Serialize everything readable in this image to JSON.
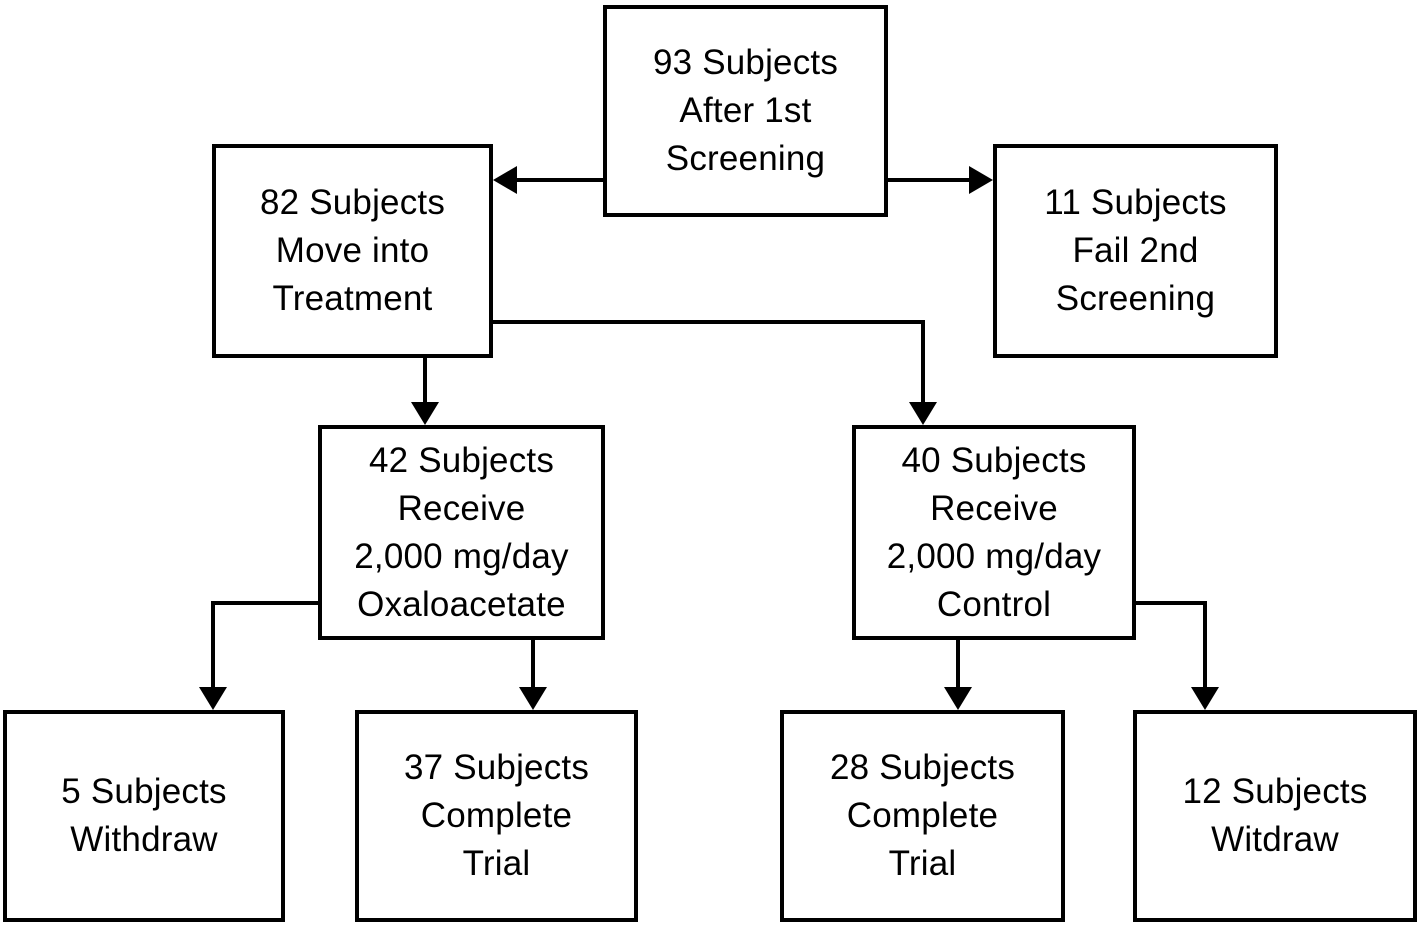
{
  "diagram": {
    "description": "Clinical trial subject flow chart",
    "colors": {
      "background": "#ffffff",
      "box_fill": "#ffffff",
      "box_border": "#000000",
      "text": "#000000",
      "arrow": "#000000"
    },
    "nodes": {
      "after_first_screening": {
        "label": "93 Subjects After 1st Screening",
        "count": 93,
        "lines": [
          "93 Subjects",
          "After 1st",
          "Screening"
        ]
      },
      "move_into_treatment": {
        "label": "82 Subjects Move into Treatment",
        "count": 82,
        "lines": [
          "82 Subjects",
          "Move into",
          "Treatment"
        ]
      },
      "fail_second_screening": {
        "label": "11 Subjects Fail 2nd Screening",
        "count": 11,
        "lines": [
          "11 Subjects",
          "Fail 2nd",
          "Screening"
        ]
      },
      "receive_oxaloacetate": {
        "label": "42 Subjects Receive 2,000 mg/day Oxaloacetate",
        "count": 42,
        "lines": [
          "42 Subjects",
          "Receive",
          "2,000 mg/day",
          "Oxaloacetate"
        ]
      },
      "receive_control": {
        "label": "40 Subjects Receive 2,000 mg/day Control",
        "count": 40,
        "lines": [
          "40 Subjects",
          "Receive",
          "2,000 mg/day",
          "Control"
        ]
      },
      "withdraw_oxaloacetate": {
        "label": "5 Subjects Withdraw",
        "count": 5,
        "lines": [
          "5 Subjects",
          "Withdraw"
        ]
      },
      "complete_trial_oxaloacetate": {
        "label": "37 Subjects Complete Trial",
        "count": 37,
        "lines": [
          "37 Subjects",
          "Complete",
          "Trial"
        ]
      },
      "complete_trial_control": {
        "label": "28 Subjects Complete Trial",
        "count": 28,
        "lines": [
          "28 Subjects",
          "Complete",
          "Trial"
        ]
      },
      "withdraw_control": {
        "label": "12 Subjects Witdraw",
        "count": 12,
        "lines": [
          "12 Subjects",
          "Witdraw"
        ]
      }
    },
    "edges": [
      {
        "from": "after_first_screening",
        "to": "move_into_treatment"
      },
      {
        "from": "after_first_screening",
        "to": "fail_second_screening"
      },
      {
        "from": "move_into_treatment",
        "to": "receive_oxaloacetate"
      },
      {
        "from": "move_into_treatment",
        "to": "receive_control"
      },
      {
        "from": "receive_oxaloacetate",
        "to": "withdraw_oxaloacetate"
      },
      {
        "from": "receive_oxaloacetate",
        "to": "complete_trial_oxaloacetate"
      },
      {
        "from": "receive_control",
        "to": "complete_trial_control"
      },
      {
        "from": "receive_control",
        "to": "withdraw_control"
      }
    ]
  }
}
